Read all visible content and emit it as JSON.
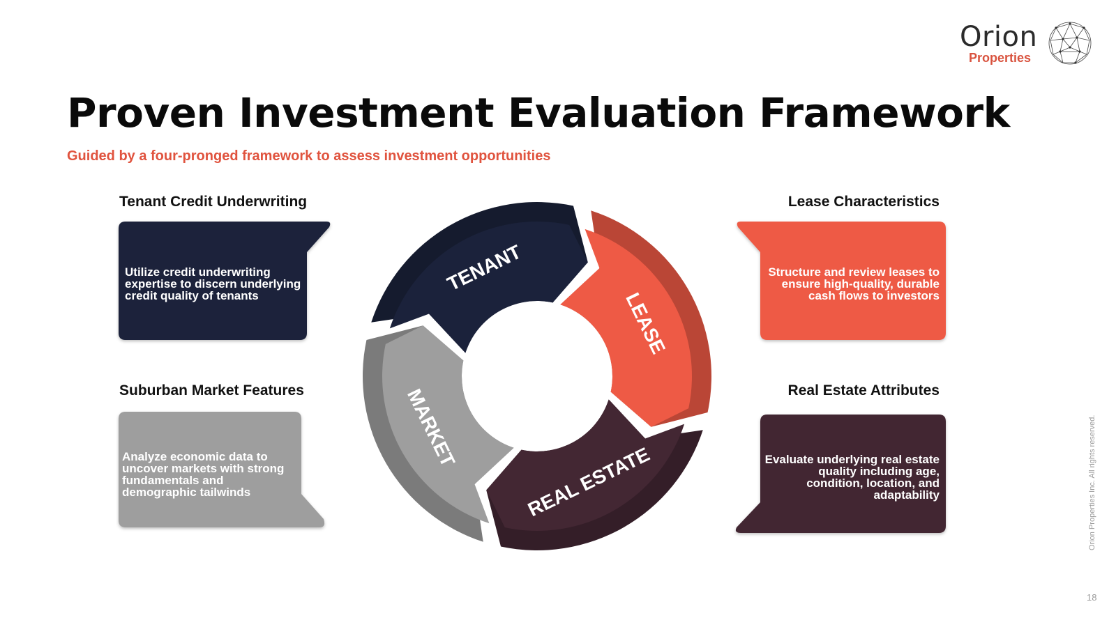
{
  "logo": {
    "name": "Orion",
    "sub": "Properties"
  },
  "title": "Proven Investment Evaluation Framework",
  "subtitle": "Guided by a four-pronged framework to assess investment opportunities",
  "segments": [
    {
      "label": "TENANT",
      "color": "#1b223b"
    },
    {
      "label": "LEASE",
      "color": "#ee5a45"
    },
    {
      "label": "REAL ESTATE",
      "color": "#432733"
    },
    {
      "label": "MARKET",
      "color": "#9e9e9e"
    }
  ],
  "cards": {
    "tenant": {
      "heading": "Tenant Credit Underwriting",
      "lines": [
        "Utilize credit underwriting",
        "expertise to discern underlying",
        "credit quality of tenants"
      ]
    },
    "lease": {
      "heading": "Lease Characteristics",
      "lines": [
        "Structure and review leases to",
        "ensure high-quality, durable",
        "cash flows to investors"
      ]
    },
    "market": {
      "heading": "Suburban Market Features",
      "lines": [
        "Analyze economic data to",
        "uncover markets with strong",
        "fundamentals and",
        "demographic tailwinds"
      ]
    },
    "realestate": {
      "heading": "Real Estate Attributes",
      "lines": [
        "Evaluate underlying real estate",
        "quality including age,",
        "condition, location, and",
        "adaptability"
      ]
    }
  },
  "footer": {
    "rights": "Orion Properties Inc. All rights reserved.",
    "page": "18"
  }
}
